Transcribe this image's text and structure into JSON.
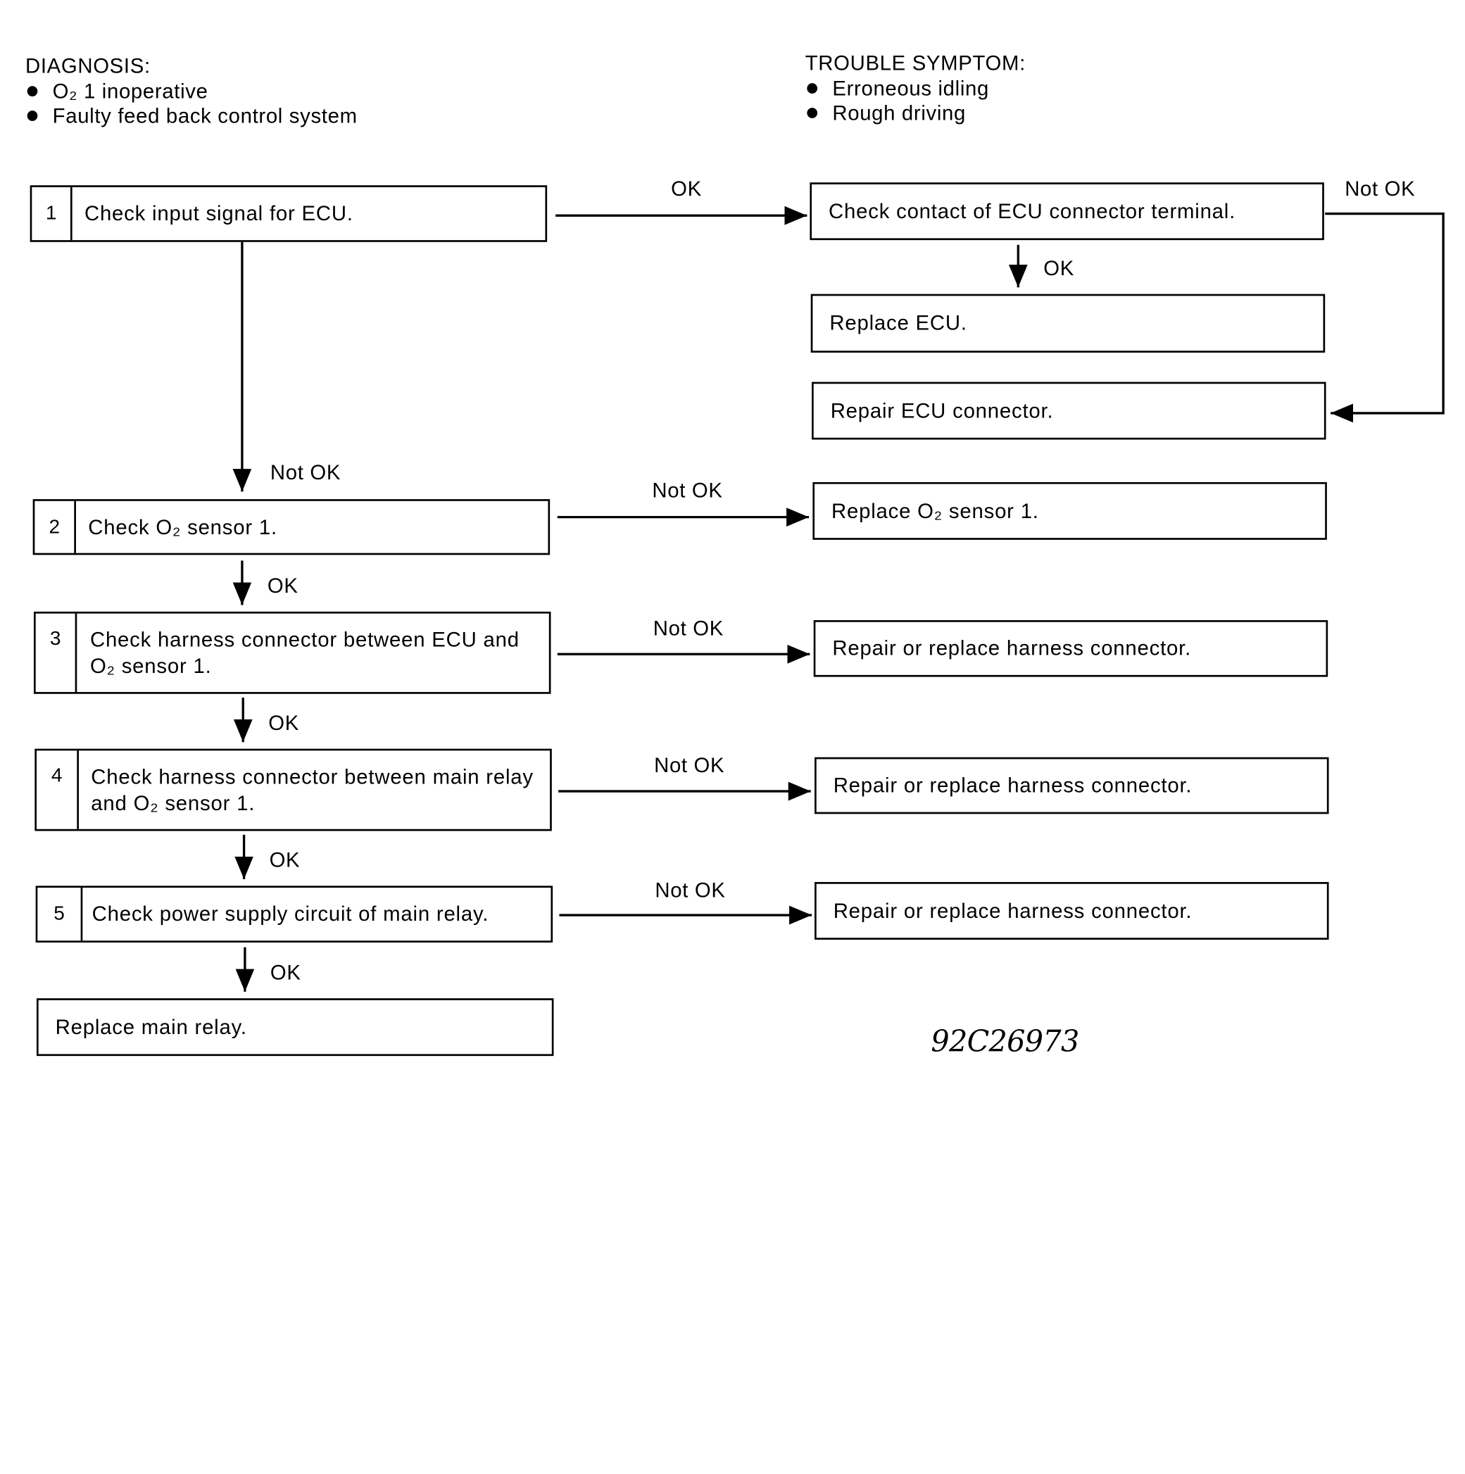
{
  "diagnosis": {
    "title": "DIAGNOSIS:",
    "items": [
      "O₂ 1 inoperative",
      "Faulty feed back control system"
    ]
  },
  "symptom": {
    "title": "TROUBLE SYMPTOM:",
    "items": [
      "Erroneous idling",
      "Rough driving"
    ]
  },
  "steps": [
    {
      "number": "1",
      "text": "Check input signal for ECU."
    },
    {
      "number": "2",
      "text": "Check O₂ sensor 1."
    },
    {
      "number": "3",
      "text": "Check harness connector between ECU and O₂ sensor 1."
    },
    {
      "number": "4",
      "text": "Check harness connector between main relay and O₂ sensor 1."
    },
    {
      "number": "5",
      "text": "Check power supply circuit of main relay."
    }
  ],
  "results": {
    "check_ecu_terminal": "Check contact of ECU connector terminal.",
    "replace_ecu": "Replace ECU.",
    "repair_ecu_connector": "Repair ECU connector.",
    "replace_o2_sensor": "Replace O₂ sensor 1.",
    "repair_harness_3": "Repair or replace harness connector.",
    "repair_harness_4": "Repair or replace harness connector.",
    "repair_harness_5": "Repair or replace harness connector.",
    "replace_main_relay": "Replace main relay."
  },
  "labels": {
    "ok": "OK",
    "not_ok": "Not OK"
  },
  "figure_code": "92C26973"
}
